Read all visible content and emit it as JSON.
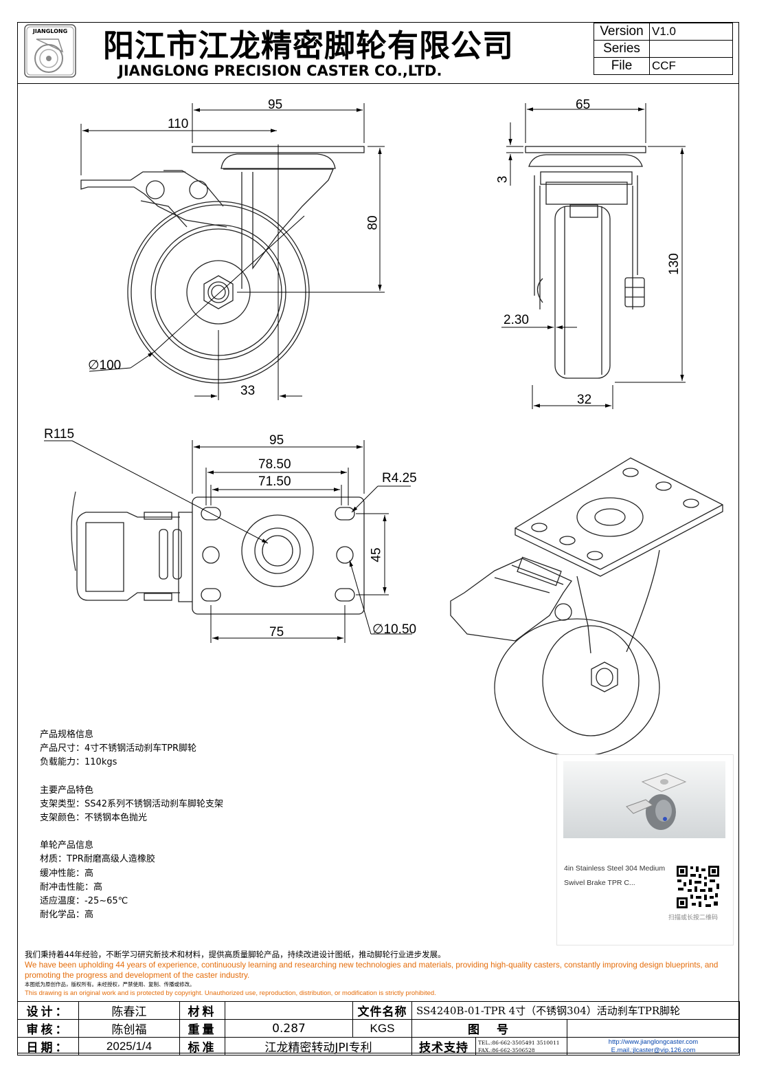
{
  "header": {
    "company_cn": "阳江市江龙精密脚轮有限公司",
    "company_en": "JIANGLONG PRECISION CASTER CO.,LTD.",
    "logo_text": "JIANGLONG",
    "version_label": "Version",
    "version_value": "V1.0",
    "series_label": "Series",
    "series_value": "",
    "file_label": "File",
    "file_value": "CCF"
  },
  "dimensions": {
    "side_top_width": "95",
    "side_overall": "110",
    "side_height": "80",
    "wheel_diameter": "∅100",
    "offset": "33",
    "front_width": "65",
    "plate_thickness": "3",
    "front_height": "130",
    "front_gap": "2.30",
    "wheel_width": "32",
    "radius": "R115",
    "plate_width": "95",
    "hole_span_outer": "78.50",
    "hole_span_inner": "71.50",
    "slot_radius": "R4.25",
    "hole_pitch_y": "45",
    "hole_diameter": "∅10.50",
    "hole_pitch_x": "75"
  },
  "spec": {
    "g1_title": "产品规格信息",
    "g1_l1": "产品尺寸：4寸不锈钢活动刹车TPR脚轮",
    "g1_l2": "负载能力：110kgs",
    "g2_title": "主要产品特色",
    "g2_l1": "支架类型：SS42系列不锈钢活动刹车脚轮支架",
    "g2_l2": "支架颜色：不锈钢本色抛光",
    "g3_title": "单轮产品信息",
    "g3_l1": "材质：TPR耐磨高级人造橡胶",
    "g3_l2": "缓冲性能：高",
    "g3_l3": "耐冲击性能：高",
    "g3_l4": "适应温度：-25~65℃",
    "g3_l5": "耐化学品：高"
  },
  "card": {
    "caption": "4in Stainless Steel 304 Medium Swivel Brake TPR C...",
    "qr_caption": "扫描或长按二维码"
  },
  "notes": {
    "cn": "我们秉持着44年经验，不断学习研究新技术和材料，提供高质量脚轮产品，持续改进设计图纸，推动脚轮行业进步发展。",
    "en": "We have been upholding 44 years of experience, continuously learning and researching new technologies and materials, providing high-quality casters, constantly improving design blueprints, and promoting the progress and development of the caster industry.",
    "copyright_cn": "本图纸为原创作品，版权所有。未经授权，严禁使用、复制、传播或修改。",
    "copyright_en": "This drawing is an original work and is protected by copyright. Unauthorized use, reproduction, distribution, or modification is strictly prohibited."
  },
  "title_block": {
    "design_label": "设计：",
    "designer": "陈春江",
    "material_label": "材料",
    "material_value": "",
    "filename_label": "文件名称",
    "filename_value": "SS4240B-01-TPR 4寸（不锈钢304）活动刹车TPR脚轮",
    "review_label": "审核：",
    "reviewer": "陈创福",
    "weight_label": "重量",
    "weight_value": "0.287",
    "weight_unit": "KGS",
    "drawing_no_label": "图　号",
    "drawing_no_value": "",
    "date_label": "日期：",
    "date_value": "2025/1/4",
    "standard_label": "标准",
    "standard_value": "江龙精密转动JPI专利",
    "support_label": "技术支持",
    "tel": "TEL.:86-662-3505491 3510011",
    "fax": "FAX.:86-662-3506528",
    "website": "http://www.jianglongcaster.com",
    "email": "E.mail.:jlcaster@vip.126.com"
  }
}
